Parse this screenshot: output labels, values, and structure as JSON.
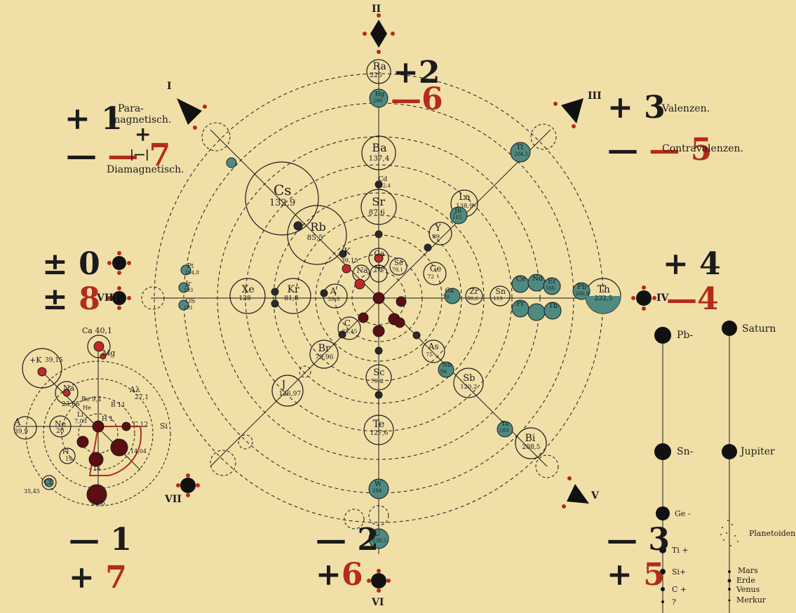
{
  "colors": {
    "background": "#f1dfa8",
    "ink": "#1b1b1b",
    "red": "#b42b1c",
    "teal": "#4f8a80",
    "maroon": "#5a0f12"
  },
  "axes": {
    "I": "I",
    "II": "II",
    "III": "III",
    "IV": "IV",
    "V": "V",
    "VI": "VI",
    "VII": "VII",
    "VIII": "VIII"
  },
  "tl_legend": {
    "plus1": "+ 1",
    "para": "Para-",
    "para2": "magnetisch.",
    "minus7": "— 7",
    "diamag": "Diamagnetisch.",
    "plussym": "+",
    "barsym": "|—|"
  },
  "tr_legend": {
    "plus3": "+ 3",
    "valenzen": "Valenzen.",
    "minus5": "— 5",
    "contra": "Contravalenzen."
  },
  "top_labels": {
    "plus2": "+2",
    "minus6": "—6"
  },
  "left_labels": {
    "pm0": "± 0",
    "pm8a": "± ",
    "pm8b": "8"
  },
  "right_labels": {
    "plus4": "+ 4",
    "minus4": "—4"
  },
  "bottom_left": {
    "minus1": "— 1",
    "plus7a": "+ ",
    "plus7b": "7"
  },
  "bottom_mid": {
    "minus2": "— 2",
    "plus6a": "+",
    "plus6b": "6"
  },
  "bottom_right": {
    "minus3": "— 3",
    "plus5a": "+ ",
    "plus5b": "5"
  },
  "elements": [
    {
      "sym": "Ra",
      "w": "225"
    },
    {
      "sym": "Hg",
      "w": "200"
    },
    {
      "sym": "Ba",
      "w": "137,4"
    },
    {
      "sym": "Sr",
      "w": "87,6"
    },
    {
      "sym": "Cs",
      "w": "132,9"
    },
    {
      "sym": "Rb",
      "w": "85,5"
    },
    {
      "sym": "K",
      "w": "39,15"
    },
    {
      "sym": "Ca",
      "w": ""
    },
    {
      "sym": "Na",
      "w": ""
    },
    {
      "sym": "Xe",
      "w": "128"
    },
    {
      "sym": "Kr",
      "w": "81,8"
    },
    {
      "sym": "A",
      "w": "39,9"
    },
    {
      "sym": "Ne",
      "w": ""
    },
    {
      "sym": "Br",
      "w": "79,96"
    },
    {
      "sym": "C",
      "w": "35,45"
    },
    {
      "sym": "J",
      "w": "126,97"
    },
    {
      "sym": "Sc",
      "w": "79,2"
    },
    {
      "sym": "Te",
      "w": "127,6"
    },
    {
      "sym": "W",
      "w": "184"
    },
    {
      "sym": "U",
      "w": "238,5"
    },
    {
      "sym": "Y",
      "w": "89"
    },
    {
      "sym": "La",
      "w": "138,9"
    },
    {
      "sym": "Tl",
      "w": "204,1"
    },
    {
      "sym": "Sn",
      "w": "119"
    },
    {
      "sym": "Zr",
      "w": "90,6"
    },
    {
      "sym": "Pb",
      "w": "206,9"
    },
    {
      "sym": "Th",
      "w": "232,5"
    },
    {
      "sym": "Ce",
      "w": ""
    },
    {
      "sym": "Pr",
      "w": ""
    },
    {
      "sym": "Nd",
      "w": ""
    },
    {
      "sym": "Er",
      "w": "166"
    },
    {
      "sym": "Tb",
      "w": ""
    },
    {
      "sym": "Sb",
      "w": "120,2"
    },
    {
      "sym": "Bi",
      "w": "208,5"
    },
    {
      "sym": "As",
      "w": "75"
    },
    {
      "sym": "Ta",
      "w": "183"
    },
    {
      "sym": "Nb",
      "w": "94"
    },
    {
      "sym": "Pt",
      "w": "194,8"
    },
    {
      "sym": "Jr",
      "w": "193"
    },
    {
      "sym": "OS",
      "w": "191"
    },
    {
      "sym": "Se",
      "w": "79,1"
    },
    {
      "sym": "Ge",
      "w": "72"
    },
    {
      "sym": "Ga",
      "w": "70"
    },
    {
      "sym": "Jn",
      "w": "115"
    },
    {
      "sym": "Cd",
      "w": "112,4"
    }
  ],
  "small_diagram": {
    "ca": "Ca 40,1",
    "k": "+K",
    "kw": "39,15",
    "mg": "Mg",
    "na": "Na",
    "naw": "23,05",
    "al": "Aλ",
    "alw": "27,1",
    "be": "Be 9,1",
    "b": "B 11",
    "li": "Li",
    "liw": "7,03",
    "h": "H 1",
    "c": "C 12",
    "si": "Si",
    "a": "A",
    "aw": "39,9",
    "ne": "Ne",
    "new": "20",
    "fl": "Fl",
    "flw": "19",
    "o": "16",
    "n": "14,04",
    "cl": "Cl",
    "clw": "35,45",
    "s": "32,6",
    "he": "He",
    "pct": "?"
  },
  "planets": {
    "pb": "Pb-",
    "sn": "Sn-",
    "ge": "Ge -",
    "ti": "Ti +",
    "si": "Si+",
    "c": "C +",
    "q": "?",
    "saturn": "Saturn",
    "jupiter": "Jupiter",
    "planetoiden": "Planetoiden",
    "mars": "Mars",
    "erde": "Erde",
    "venus": "Venus",
    "merkur": "Merkur"
  }
}
